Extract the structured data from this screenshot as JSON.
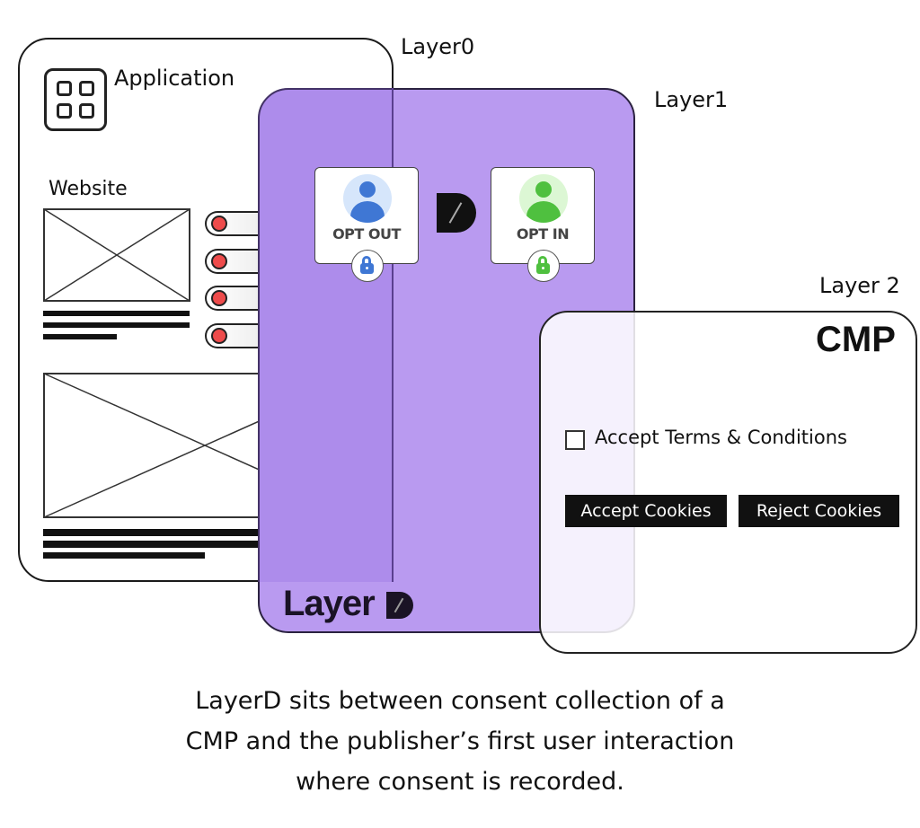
{
  "layers": {
    "layer0": {
      "label": "Layer0",
      "app_title": "Application",
      "website_label": "Website"
    },
    "layer1": {
      "label": "Layer1",
      "brand": "Layer"
    },
    "layer2": {
      "label": "Layer 2"
    }
  },
  "consent_cards": [
    {
      "label": "OPT OUT",
      "icon": "user-icon",
      "color": "#3f77d4",
      "bg": "#d6e6fb"
    },
    {
      "label": "OPT IN",
      "icon": "user-icon",
      "color": "#4fc03f",
      "bg": "#dcf7d4"
    }
  ],
  "cmp": {
    "title": "CMP",
    "checkbox_label": "Accept Terms & Conditions",
    "checkbox_checked": false,
    "accept_button": "Accept Cookies",
    "reject_button": "Reject Cookies"
  },
  "caption": {
    "line1": "LayerD sits between consent collection of a",
    "line2": "CMP and the publisher’s first user interaction",
    "line3": "where consent is recorded."
  },
  "colors": {
    "layer1_purple": "#b99af0",
    "toggle_red": "#ee4b4b",
    "opt_out_blue": "#3f77d4",
    "opt_in_green": "#4fc03f"
  }
}
